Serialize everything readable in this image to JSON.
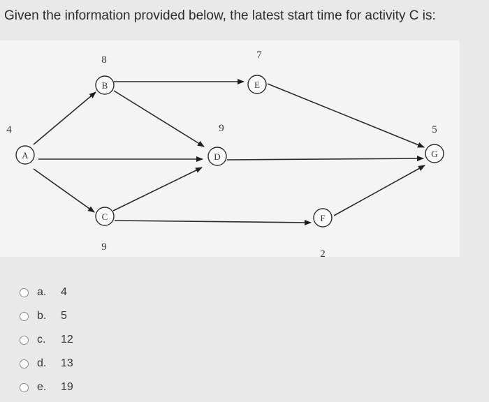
{
  "question": {
    "text": "Given the information provided below, the latest start time for activity C is:"
  },
  "network": {
    "nodes": {
      "A": {
        "label": "A",
        "duration": "4"
      },
      "B": {
        "label": "B",
        "duration": "8"
      },
      "C": {
        "label": "C",
        "duration": "9"
      },
      "D": {
        "label": "D",
        "duration": "9"
      },
      "E": {
        "label": "E",
        "duration": "7"
      },
      "F": {
        "label": "F",
        "duration": "2"
      },
      "G": {
        "label": "G",
        "duration": "5"
      }
    }
  },
  "options": [
    {
      "letter": "a.",
      "value": "4"
    },
    {
      "letter": "b.",
      "value": "5"
    },
    {
      "letter": "c.",
      "value": "12"
    },
    {
      "letter": "d.",
      "value": "13"
    },
    {
      "letter": "e.",
      "value": "19"
    }
  ]
}
